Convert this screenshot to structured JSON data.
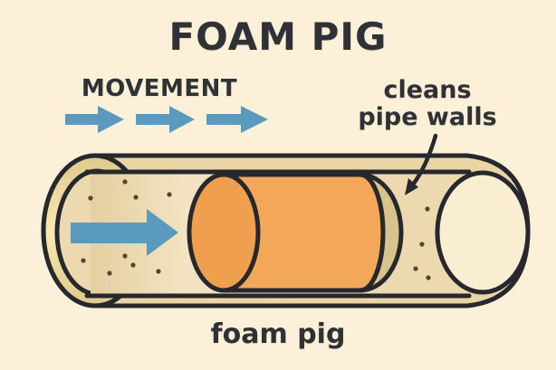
{
  "title": "FOAM PIG",
  "annotations": {
    "movement": "MOVEMENT",
    "cleans_line1": "cleans",
    "cleans_line2": "pipe walls",
    "caption": "foam pig"
  },
  "icons": {
    "movement_arrows": "right-arrow-x3",
    "flow_arrow": "right-arrow",
    "pointer_arrow": "curved-down-left-arrow"
  },
  "colors": {
    "background": "#fcf1d8",
    "text": "#2f3136",
    "outline": "#26282e",
    "arrow_blue": "#5a9abf",
    "pig_body": "#f3a759",
    "pig_face": "#ef9f4e",
    "pig_scrape_band": "#d9c38d",
    "pipe_shell": "#ebd5a6",
    "pipe_bore": "#ecd9b0",
    "pipe_bore_dark": "#e6cfa0",
    "pipe_bore_light": "#f2e3c2",
    "rim_gold": "#f8eaae",
    "rim_gold_edge": "#dfc98c",
    "pipe_opening": "#f9edd2",
    "debris_dot": "#5e4030"
  }
}
